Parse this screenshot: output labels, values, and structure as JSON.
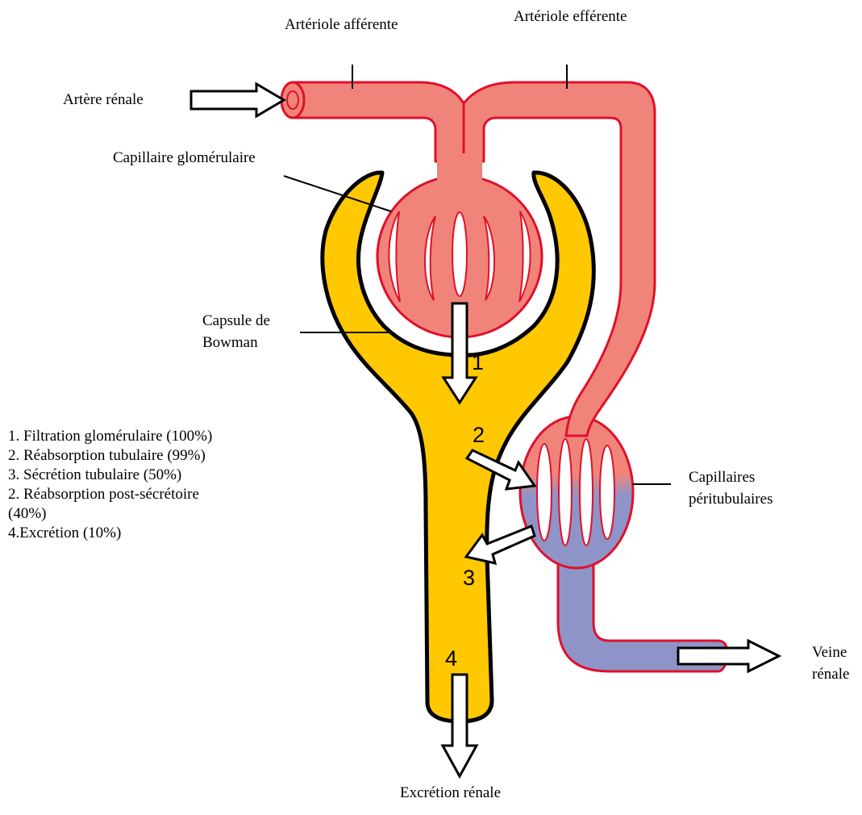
{
  "labels": {
    "arteriole_afferente": "Artériole afférente",
    "arteriole_efferente": "Artériole efférente",
    "artere_renale": "Artère rénale",
    "capillaire_glomerulaire": "Capillaire glomérulaire",
    "capsule_line1": "Capsule de",
    "capsule_line2": "Bowman",
    "capillaires_line1": "Capillaires",
    "capillaires_line2": "péritubulaires",
    "veine_line1": "Veine",
    "veine_line2": "rénale",
    "excretion_renale": "Excrétion rénale"
  },
  "steps": {
    "s1": "1",
    "s2": "2",
    "s3": "3",
    "s4": "4"
  },
  "legend": [
    "1. Filtration glomérulaire (100%)",
    "2. Réabsorption tubulaire (99%)",
    "3. Sécrétion tubulaire (50%)",
    "2. Réabsorption post-sécrétoire",
    "(40%)",
    "4.Excrétion (10%)"
  ],
  "colors": {
    "arterial_blood": "#F0847A",
    "vessel_outline": "#E0102A",
    "venous_blood": "#8E94C8",
    "tubule_fill": "#FFC800",
    "tubule_outline": "#000000"
  }
}
